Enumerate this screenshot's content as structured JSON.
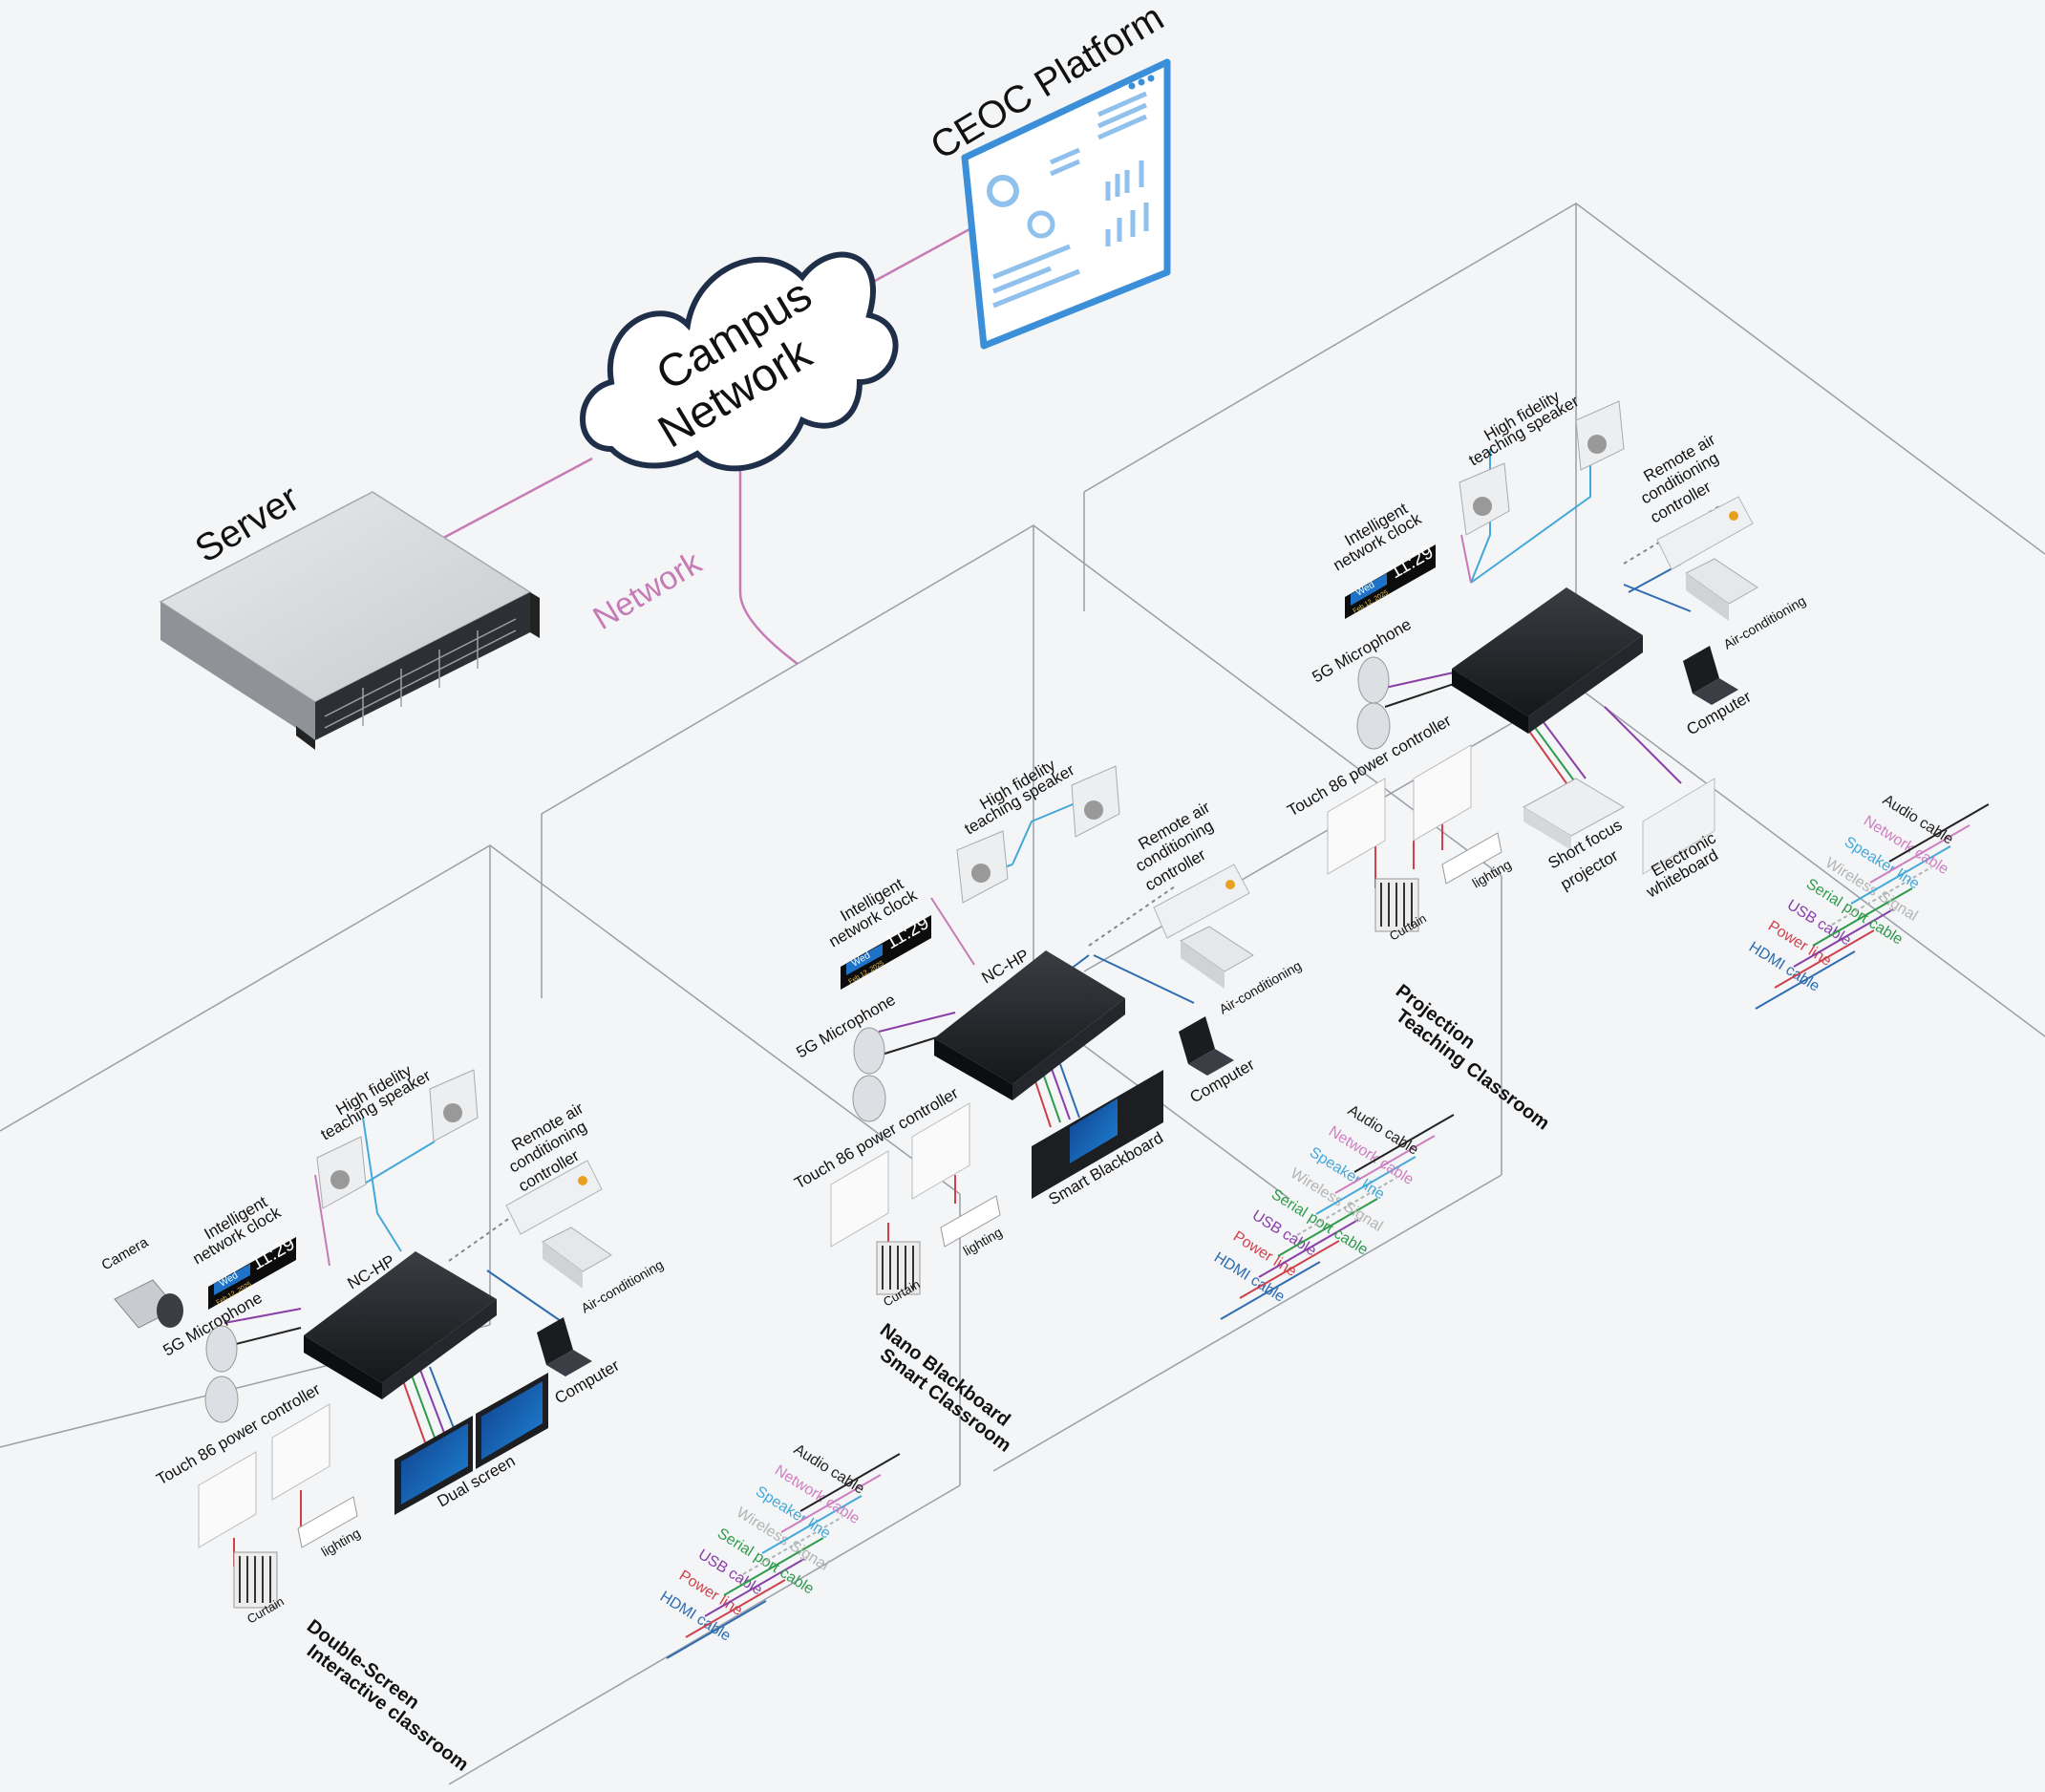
{
  "colors": {
    "background": "#f3f5f7",
    "room_edge": "#9a9ea6",
    "network": "#c77bb5",
    "hdmi": "#2f6db0",
    "power": "#d0404a",
    "usb": "#8a3fa8",
    "serial": "#2e9b4a",
    "wireless": "#b4b4b4",
    "speaker": "#44a8d8",
    "net_cable": "#cf7fc0",
    "audio": "#222222",
    "platform_blue": "#3a8fd8",
    "cloud_stroke": "#1f2f4a"
  },
  "top": {
    "platform_label": "CEOC Platform",
    "cloud_label_1": "Campus",
    "cloud_label_2": "Network",
    "server_label": "Server",
    "network_label": "Network"
  },
  "legend_items": [
    {
      "label": "HDMI cable",
      "color_key": "hdmi"
    },
    {
      "label": "Power line",
      "color_key": "power"
    },
    {
      "label": "USB cable",
      "color_key": "usb"
    },
    {
      "label": "Serial port cable",
      "color_key": "serial"
    },
    {
      "label": "Wireless Signal",
      "color_key": "wireless"
    },
    {
      "label": "Speaker line",
      "color_key": "speaker"
    },
    {
      "label": "Network cable",
      "color_key": "net_cable"
    },
    {
      "label": "Audio cable",
      "color_key": "audio"
    }
  ],
  "clock": {
    "day": "Wed",
    "time": "11:29",
    "date": "Feb 12, 2025"
  },
  "rooms": [
    {
      "id": "double",
      "title_1": "Double-Screen",
      "title_2": "Interactive classroom",
      "camera": "Camera",
      "clock_label_1": "Intelligent",
      "clock_label_2": "network clock",
      "speaker_label_1": "High fidelity",
      "speaker_label_2": "teaching speaker",
      "aircon_ctrl_1": "Remote air",
      "aircon_ctrl_2": "conditioning",
      "aircon_ctrl_3": "controller",
      "hub": "NC-HP",
      "mic": "5G Microphone",
      "aircon": "Air-conditioning",
      "computer": "Computer",
      "power_ctrl": "Touch 86 power controller",
      "display": "Dual screen",
      "lighting": "lighting",
      "curtain": "Curtain"
    },
    {
      "id": "nano",
      "title_1": "Nano Blackboard",
      "title_2": "Smart Classroom",
      "clock_label_1": "Intelligent",
      "clock_label_2": "network clock",
      "speaker_label_1": "High fidelity",
      "speaker_label_2": "teaching speaker",
      "aircon_ctrl_1": "Remote air",
      "aircon_ctrl_2": "conditioning",
      "aircon_ctrl_3": "controller",
      "hub": "NC-HP",
      "mic": "5G Microphone",
      "aircon": "Air-conditioning",
      "computer": "Computer",
      "power_ctrl": "Touch 86 power controller",
      "display": "Smart Blackboard",
      "lighting": "lighting",
      "curtain": "Curtain"
    },
    {
      "id": "projection",
      "title_1": "Projection",
      "title_2": "Teaching Classroom",
      "clock_label_1": "Intelligent",
      "clock_label_2": "network clock",
      "speaker_label_1": "High fidelity",
      "speaker_label_2": "teaching speaker",
      "aircon_ctrl_1": "Remote air",
      "aircon_ctrl_2": "conditioning",
      "aircon_ctrl_3": "controller",
      "mic": "5G Microphone",
      "aircon": "Air-conditioning",
      "computer": "Computer",
      "power_ctrl": "Touch 86 power controller",
      "projector_1": "Short focus",
      "projector_2": "projector",
      "whiteboard_1": "Electronic",
      "whiteboard_2": "whiteboard",
      "lighting": "lighting",
      "curtain": "Curtain"
    }
  ]
}
